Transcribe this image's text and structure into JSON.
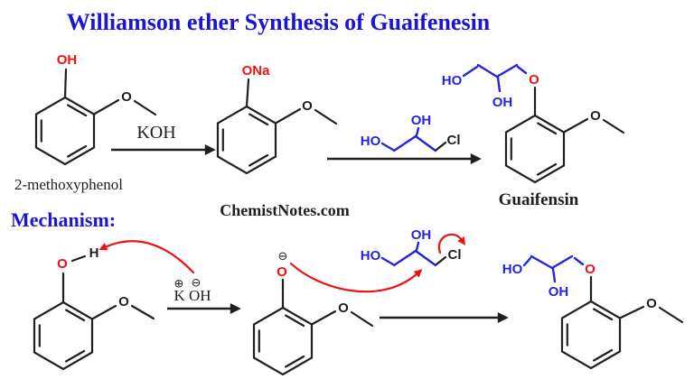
{
  "title": {
    "text": "Williamson ether Synthesis of Guaifenesin"
  },
  "colors": {
    "title_blue": "#1b15d6",
    "chain_blue": "#2424df",
    "accent_red": "#ee1111",
    "ink_black": "#1f1f1f"
  },
  "reaction": {
    "phenol": {
      "oh_label": "OH",
      "methoxy_o": "O",
      "name": "2-methoxyphenol"
    },
    "step1_reagent": "KOH",
    "sodium_phenolate": {
      "ona_label": "ONa",
      "methoxy_o": "O"
    },
    "watermark": "ChemistNotes.com",
    "chlorodiol": {
      "ho": "HO",
      "oh": "OH",
      "cl": "Cl"
    },
    "guaifenesin": {
      "ho": "HO",
      "oh": "OH",
      "ether_o": "O",
      "methoxy_o": "O",
      "name": "Guaifensin"
    }
  },
  "mechanism": {
    "heading": "Mechanism:",
    "phenol": {
      "o": "O",
      "h": "H",
      "methoxy_o": "O"
    },
    "koh_ion_pair": {
      "plus": "⊕",
      "minus": "⊖",
      "formula": "K OH"
    },
    "phenolate": {
      "minus": "⊖",
      "o": "O",
      "methoxy_o": "O"
    },
    "chlorodiol": {
      "ho": "HO",
      "oh": "OH",
      "cl": "Cl"
    },
    "product": {
      "ho": "HO",
      "oh": "OH",
      "ether_o": "O",
      "methoxy_o": "O"
    }
  }
}
